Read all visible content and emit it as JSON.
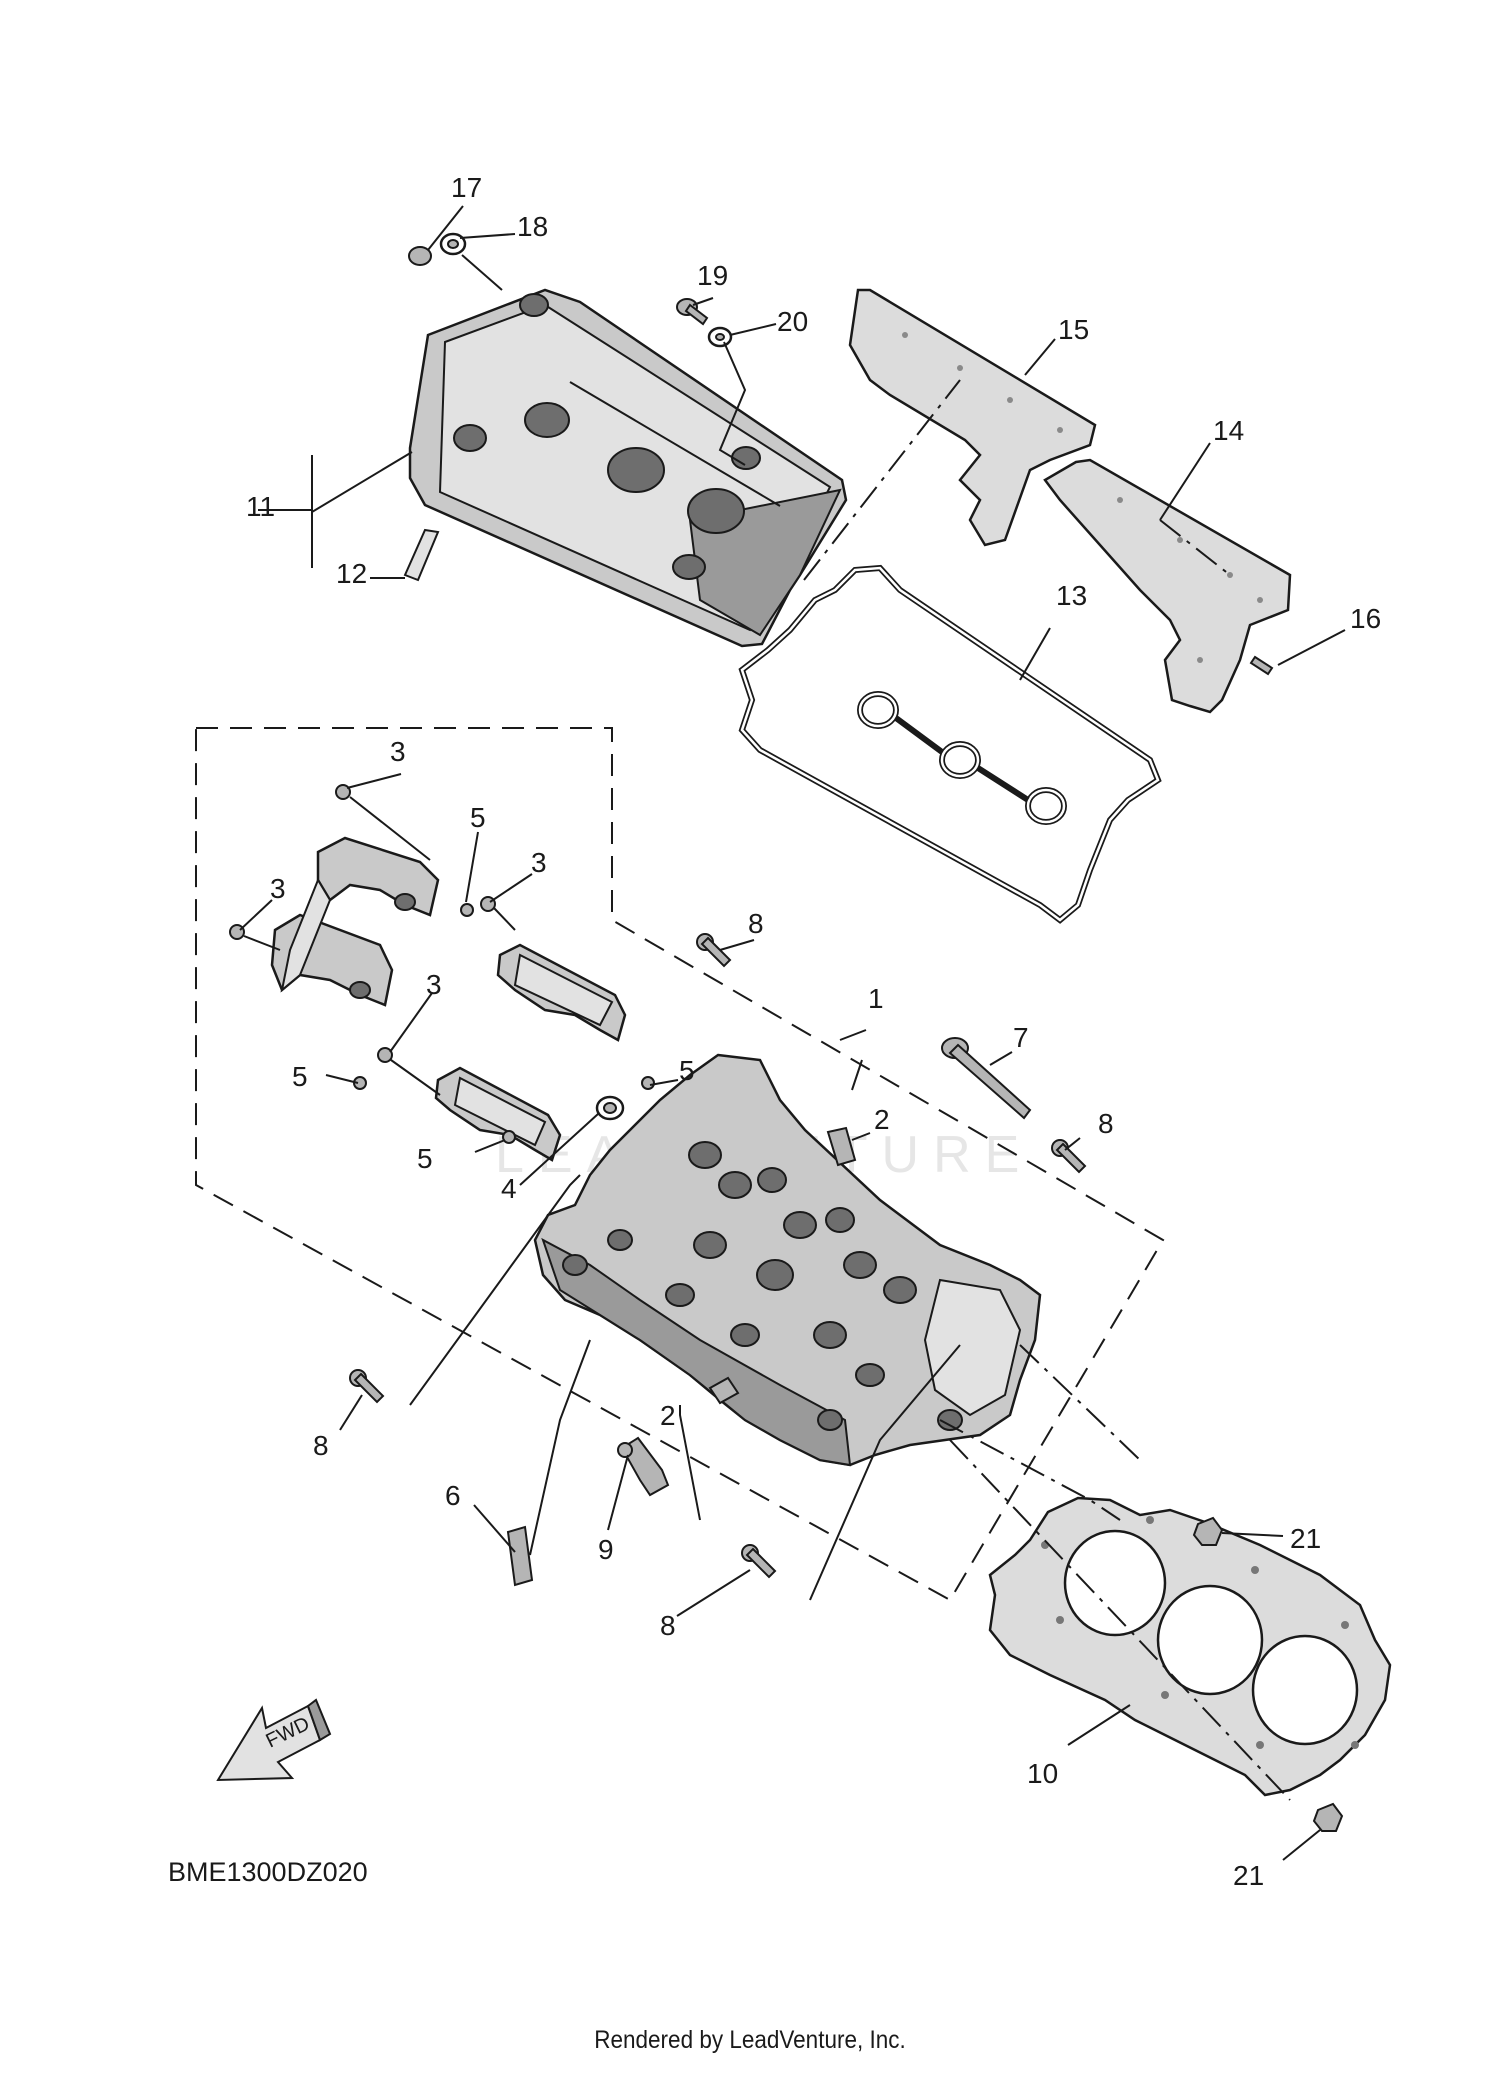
{
  "diagram": {
    "code": "BME1300DZ020",
    "watermark": "LEADVENTURE",
    "direction_label": "FWD",
    "footer": "Rendered by LeadVenture, Inc.",
    "callouts": [
      {
        "id": "c17",
        "label": "17"
      },
      {
        "id": "c18",
        "label": "18"
      },
      {
        "id": "c19",
        "label": "19"
      },
      {
        "id": "c20",
        "label": "20"
      },
      {
        "id": "c15",
        "label": "15"
      },
      {
        "id": "c14",
        "label": "14"
      },
      {
        "id": "c11",
        "label": "11"
      },
      {
        "id": "c12",
        "label": "12"
      },
      {
        "id": "c13",
        "label": "13"
      },
      {
        "id": "c16",
        "label": "16"
      },
      {
        "id": "c3a",
        "label": "3"
      },
      {
        "id": "c5a",
        "label": "5"
      },
      {
        "id": "c3b",
        "label": "3"
      },
      {
        "id": "c3c",
        "label": "3"
      },
      {
        "id": "c8a",
        "label": "8"
      },
      {
        "id": "c3d",
        "label": "3"
      },
      {
        "id": "c5b",
        "label": "5"
      },
      {
        "id": "c1",
        "label": "1"
      },
      {
        "id": "c7",
        "label": "7"
      },
      {
        "id": "c5c",
        "label": "5"
      },
      {
        "id": "c2a",
        "label": "2"
      },
      {
        "id": "c8b",
        "label": "8"
      },
      {
        "id": "c5d",
        "label": "5"
      },
      {
        "id": "c4",
        "label": "4"
      },
      {
        "id": "c8c",
        "label": "8"
      },
      {
        "id": "c2b",
        "label": "2"
      },
      {
        "id": "c6",
        "label": "6"
      },
      {
        "id": "c9",
        "label": "9"
      },
      {
        "id": "c21a",
        "label": "21"
      },
      {
        "id": "c8d",
        "label": "8"
      },
      {
        "id": "c10",
        "label": "10"
      },
      {
        "id": "c21b",
        "label": "21"
      }
    ]
  }
}
